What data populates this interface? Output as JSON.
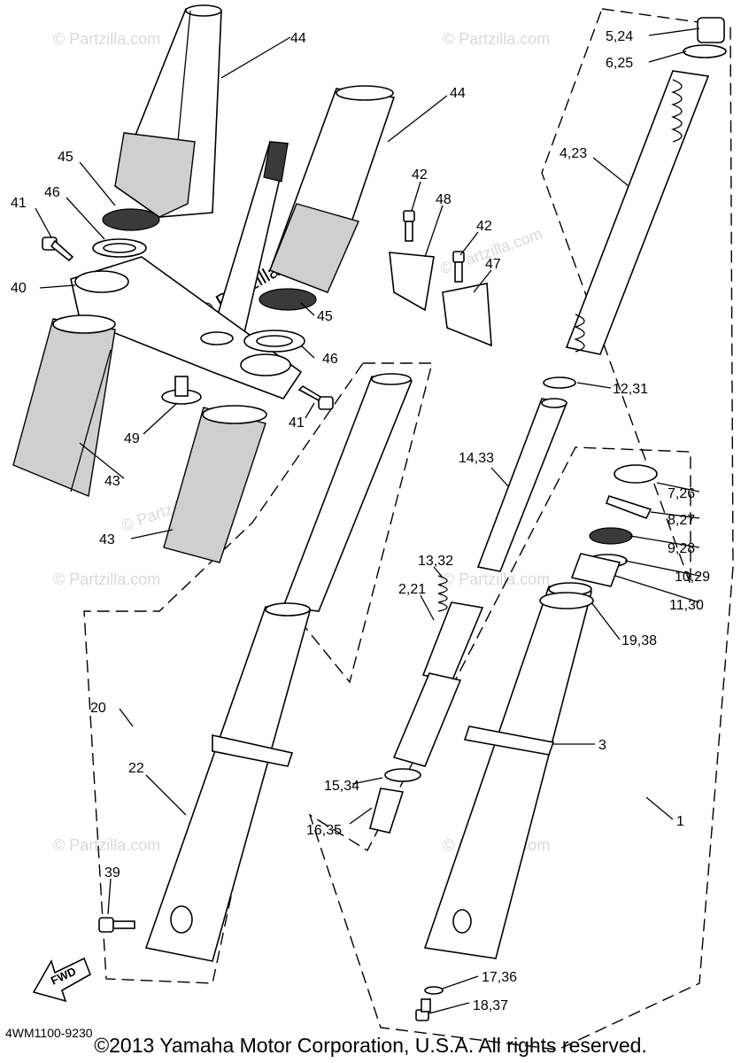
{
  "watermark": {
    "text": "© Partzilla.com",
    "overlay_text": "© Partzilla.com"
  },
  "callouts": [
    "44",
    "44",
    "45",
    "46",
    "41",
    "40",
    "42",
    "48",
    "42",
    "47",
    "45",
    "46",
    "41",
    "49",
    "43",
    "43",
    "5,24",
    "6,25",
    "4,23",
    "12,31",
    "14,33",
    "7,26",
    "8,27",
    "9,28",
    "10,29",
    "11,30",
    "13,32",
    "19,38",
    "2,21",
    "3",
    "20",
    "22",
    "15,34",
    "16,35",
    "1",
    "39",
    "17,36",
    "18,37"
  ],
  "fwd_label": "FWD",
  "diagram_code": "4WM1100-9230",
  "copyright": "©2013 Yamaha Motor Corporation, U.S.A. All rights reserved."
}
